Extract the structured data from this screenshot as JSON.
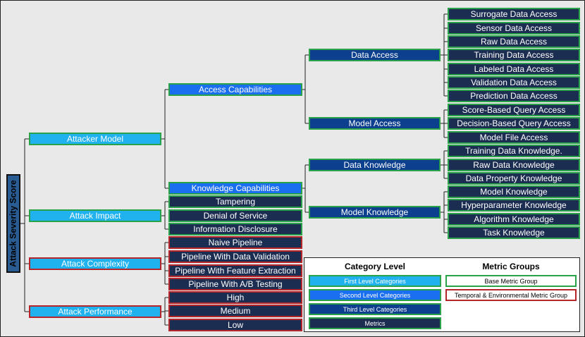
{
  "root": "Attack Severity Score",
  "level1": {
    "attacker_model": "Attacker Model",
    "attack_impact": "Attack Impact",
    "attack_complexity": "Attack Complexity",
    "attack_performance": "Attack Performance"
  },
  "level2": {
    "access_capabilities": "Access Capabilities",
    "knowledge_capabilities": "Knowledge Capabilities"
  },
  "level3": {
    "data_access": "Data Access",
    "model_access": "Model Access",
    "data_knowledge": "Data Knowledge",
    "model_knowledge": "Model Knowledge"
  },
  "metrics": {
    "data_access": [
      "Surrogate Data Access",
      "Sensor Data Access",
      "Raw Data Access",
      "Training Data Access",
      "Labeled Data Access",
      "Validation Data Access",
      "Prediction Data Access"
    ],
    "model_access": [
      "Score-Based Query Access",
      "Decision-Based Query Access",
      "Model File Access"
    ],
    "data_knowledge": [
      "Training Data Knowledge.",
      "Raw Data Knowledge",
      "Data Property Knowledge"
    ],
    "model_knowledge": [
      "Model Knowledge",
      "Hyperparameter Knowledge",
      "Algorithm Knowledge",
      "Task Knowledge"
    ],
    "attack_impact": [
      "Tampering",
      "Denial of Service",
      "Information Disclosure"
    ],
    "attack_complexity": [
      "Naive Pipeline",
      "Pipeline With Data Validation",
      "Pipeline With Feature Extraction",
      "Pipeline With A/B Testing"
    ],
    "attack_performance": [
      "High",
      "Medium",
      "Low"
    ]
  },
  "legend": {
    "category_title": "Category Level",
    "groups_title": "Metric Groups",
    "first": "First Level Categories",
    "second": "Second Level Categories",
    "third": "Third Level Categories",
    "metrics": "Metrics",
    "base_group": "Base Metric Group",
    "temporal_group": "Temporal & Environmental  Metric Group"
  },
  "colors": {
    "first_level": "#1fb2ee",
    "second_level": "#1a6ef0",
    "third_level": "#0d3f8f",
    "metric": "#1c2d52",
    "base_group_border": "#2aa24a",
    "temporal_group_border": "#b5262a",
    "connector": "#222222"
  }
}
